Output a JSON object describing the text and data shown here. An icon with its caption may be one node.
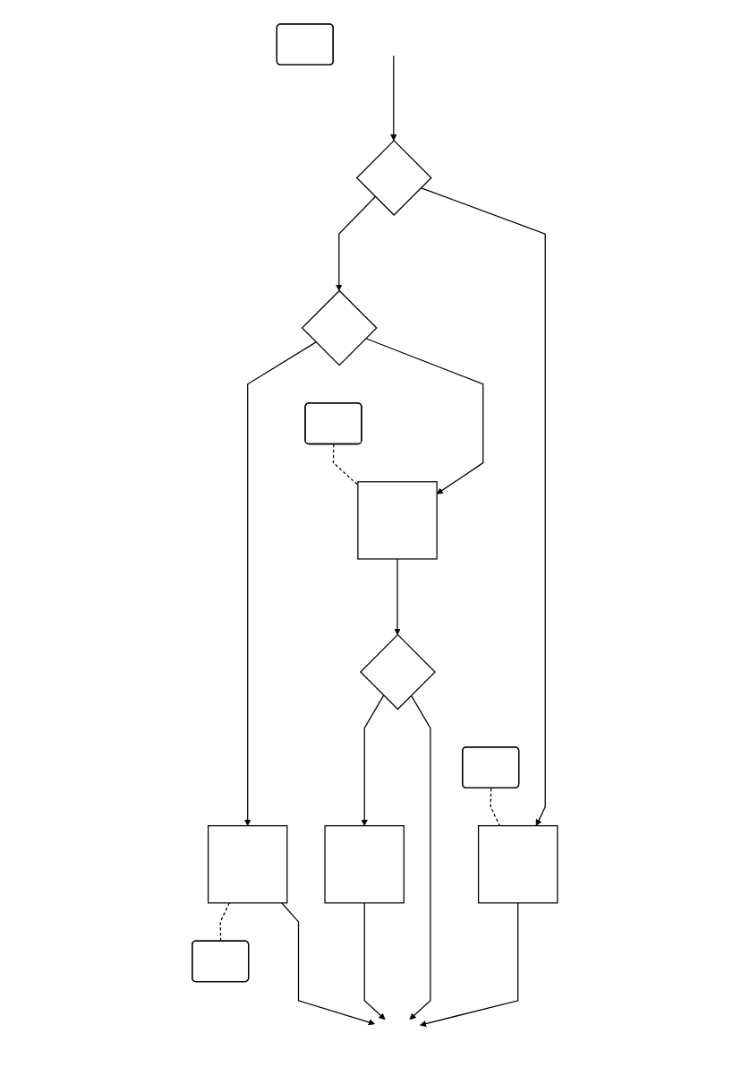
{
  "diagram": {
    "nodes": [
      {
        "text": [],
        "shape": "diamond"
      },
      {
        "text": [],
        "shape": "box"
      },
      {
        "text": [],
        "shape": "box"
      },
      {
        "text": [],
        "shape": "diamond"
      },
      {
        "text": [],
        "shape": "box"
      },
      {
        "text": [],
        "shape": "box"
      },
      {
        "text": [],
        "shape": "box"
      },
      {
        "text": [],
        "shape": "box"
      },
      {
        "text": [],
        "shape": "box"
      },
      {
        "text": [],
        "shape": "diamond"
      },
      {
        "text": [],
        "shape": "box"
      }
    ],
    "edges": [
      {
        "from": null,
        "to": 0,
        "arrow": "to"
      },
      {
        "from": 0,
        "to": 1,
        "arrow": "to"
      },
      {
        "from": 0,
        "to": 3,
        "arrow": "to"
      },
      {
        "from": 2,
        "to": 1,
        "arrow": "none",
        "style": "dashed"
      },
      {
        "from": 3,
        "to": 7,
        "arrow": "to"
      },
      {
        "from": 3,
        "to": 4,
        "arrow": "to"
      },
      {
        "from": 4,
        "to": 5,
        "arrow": "none",
        "style": "dashed"
      },
      {
        "from": 6,
        "to": 7,
        "arrow": "none",
        "style": "dashed"
      },
      {
        "from": 7,
        "to": 9,
        "arrow": "to"
      },
      {
        "from": 9,
        "to": 10,
        "arrow": "to"
      },
      {
        "from": 1,
        "to": null,
        "arrow": "to"
      },
      {
        "from": 9,
        "to": null,
        "arrow": "to"
      },
      {
        "from": 10,
        "to": null,
        "arrow": "to"
      },
      {
        "from": 4,
        "to": null,
        "arrow": "to"
      }
    ]
  }
}
